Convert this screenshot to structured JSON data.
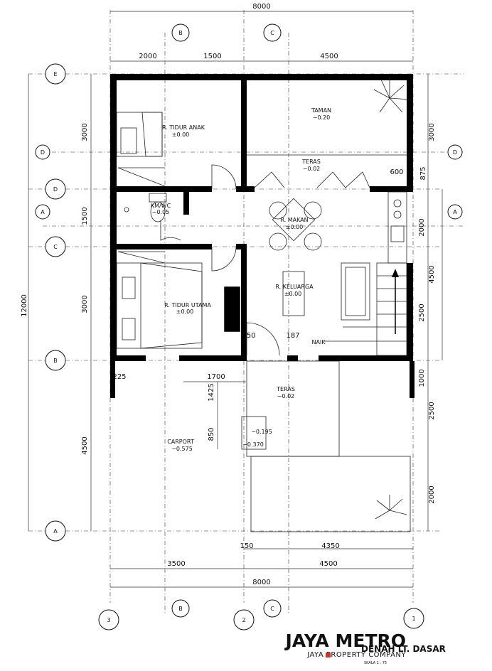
{
  "dimensions": {
    "top_total": "8000",
    "top_a": "2000",
    "top_b": "1500",
    "top_c": "4500",
    "bottom_a": "3500",
    "bottom_b": "4500",
    "bottom_total": "8000",
    "bottom_150": "150",
    "bottom_4350": "4350",
    "left_total": "12000",
    "left_3000a": "3000",
    "left_1500": "1500",
    "left_3000b": "3000",
    "left_4500": "4500",
    "right_3000": "3000",
    "right_875": "875",
    "right_600": "600",
    "right_2000a": "2000",
    "right_4500": "4500",
    "right_2500a": "2500",
    "right_1000": "1000",
    "right_2500b": "2500",
    "right_2000b": "2000",
    "d_150": "150",
    "d_187": "187",
    "d_225": "225",
    "d_1700": "1700",
    "d_1425": "1425",
    "d_850": "850"
  },
  "grid_bubbles": {
    "top_b": "B",
    "top_c": "C",
    "bottom_b": "B",
    "bottom_c": "C",
    "left_e": "E",
    "left_d": "D",
    "left_a_sec": "A",
    "left_c": "C",
    "left_b": "B",
    "left_a": "A",
    "right_d": "D",
    "right_a": "A",
    "bottom_3": "3",
    "bottom_2": "2",
    "bottom_1": "1"
  },
  "rooms": {
    "tidur_anak": {
      "name": "R. TIDUR ANAK",
      "level": "±0.00"
    },
    "taman": {
      "name": "TAMAN",
      "level": "−0.20"
    },
    "teras_top": {
      "name": "TERAS",
      "level": "−0.02"
    },
    "kmwc": {
      "name": "KM/WC",
      "level": "−0.05"
    },
    "makan": {
      "name": "R. MAKAN",
      "level": "±0.00"
    },
    "tidur_utama": {
      "name": "R. TIDUR UTAMA",
      "level": "±0.00"
    },
    "keluarga": {
      "name": "R. KELUARGA",
      "level": "±0.00"
    },
    "teras_front": {
      "name": "TERAS",
      "level": "−0.02"
    },
    "carport": {
      "name": "CARPORT",
      "level": "−0.575"
    },
    "step1": {
      "level": "−0.195"
    },
    "step2": {
      "level": "−0.370"
    }
  },
  "stair_label": "NAIK",
  "title_block": {
    "brand": "JAYA METRO",
    "company": "JAYA PROPERTY COMPANY",
    "drawing_title": "DENAH LT. DASAR",
    "scale": "SKALA 1 : 75"
  }
}
